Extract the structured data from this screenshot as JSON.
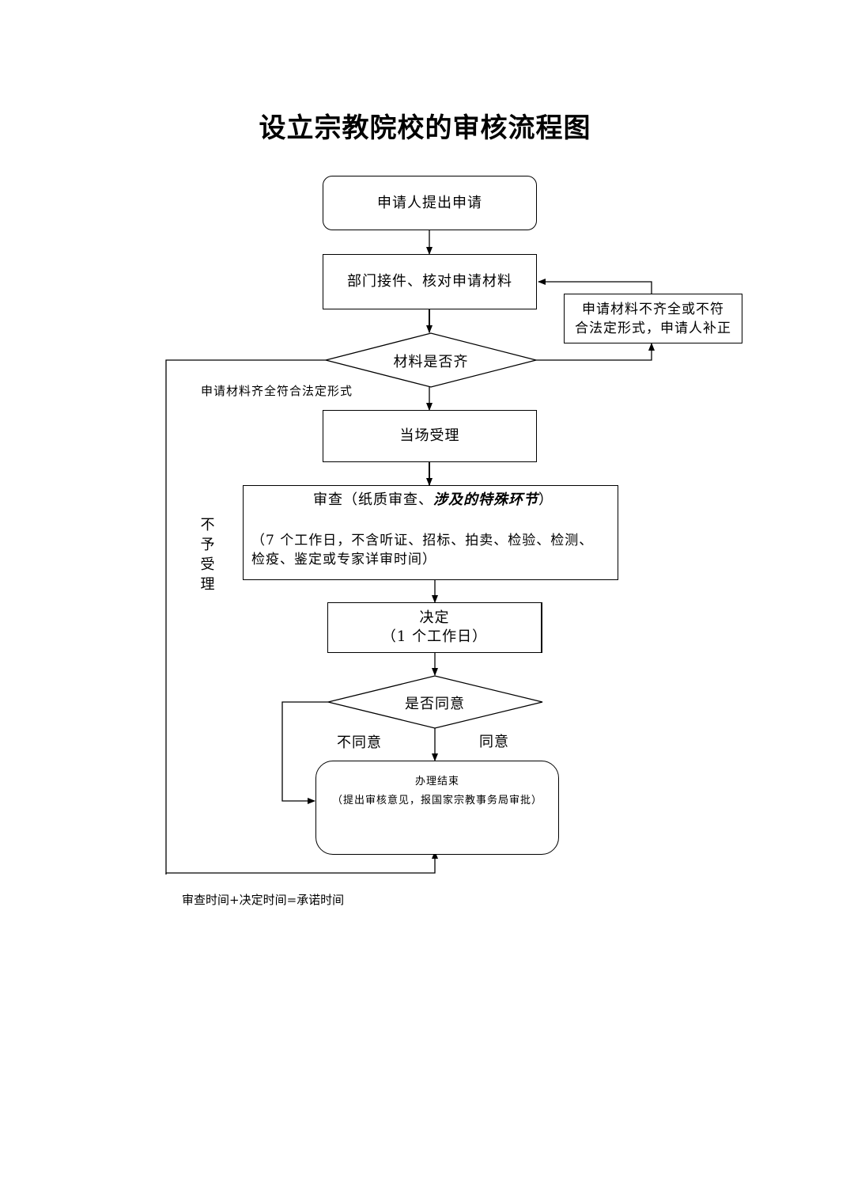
{
  "title": "设立宗教院校的审核流程图",
  "nodes": {
    "start": "申请人提出申请",
    "receive": "部门接件、核对申请材料",
    "supplement_line1": "申请材料不齐全或不符",
    "supplement_line2": "合法定形式，申请人补正",
    "check_complete": "材料是否齐",
    "accept": "当场受理",
    "review_prefix": "审查（纸质审查、",
    "review_emph": "涉及的特殊环节",
    "review_suffix": "）",
    "review_line2": "（7 个工作日，不含听证、招标、拍卖、检验、检测、",
    "review_line3": "检疫、鉴定或专家详审时间）",
    "decision_line1": "决定",
    "decision_line2": "（1 个工作日）",
    "agree_check": "是否同意",
    "end_line1": "办理结束",
    "end_line2": "（提出审核意见，报国家宗教事务局审批）"
  },
  "labels": {
    "complete": "申请材料齐全符合法定形式",
    "not_accept_1": "不",
    "not_accept_2": "予",
    "not_accept_3": "受",
    "not_accept_4": "理",
    "disagree": "不同意",
    "agree": "同意",
    "footnote": "审查时间+决定时间=承诺时间"
  }
}
